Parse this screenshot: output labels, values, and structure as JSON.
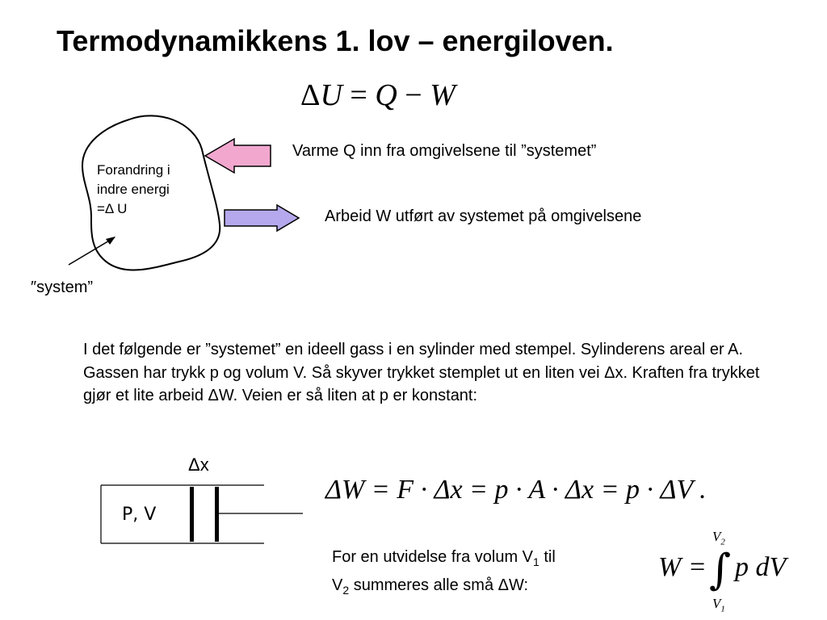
{
  "slide": {
    "title": "Termodynamikkens 1. lov – energiloven.",
    "equation_main": {
      "delta": "Δ",
      "lhs": "U",
      "eq": " = ",
      "q": "Q",
      "minus": " − ",
      "w": "W"
    },
    "heat_label": "Varme Q inn fra omgivelsene til ”systemet”",
    "work_label": "Arbeid W utført av systemet på omgivelsene",
    "blob_text": {
      "line1": "Forandring i",
      "line2": "indre energi",
      "line3": "=Δ U"
    },
    "system_label": "″system”",
    "paragraph": "I det følgende er ”systemet” en ideell gass i en sylinder med stempel. Sylinderens areal er A. Gassen har trykk p og volum V. Så skyver trykket stemplet ut en liten vei  Δx. Kraften fra trykket gjør et lite arbeid ΔW. Veien er så liten at p er konstant:",
    "dx_label": "Δx",
    "pv_label": "P, V",
    "equation_work": "ΔW = F · Δx = p · A · Δx = p · ΔV .",
    "expansion": {
      "part1": "For en utvidelse fra volum V",
      "sub1": "1",
      "part2": " til",
      "part3": "V",
      "sub2": "2",
      "part4": " summeres alle små ΔW:"
    },
    "integral": {
      "lhs": "W =",
      "sign": "∫",
      "upper": "V",
      "upper_sub": "2",
      "lower": "V",
      "lower_sub": "1",
      "integrand": "p dV"
    },
    "colors": {
      "heat_arrow_fill": "#f2a7cf",
      "work_arrow_fill": "#b5a8ec",
      "stroke": "#000000"
    }
  }
}
